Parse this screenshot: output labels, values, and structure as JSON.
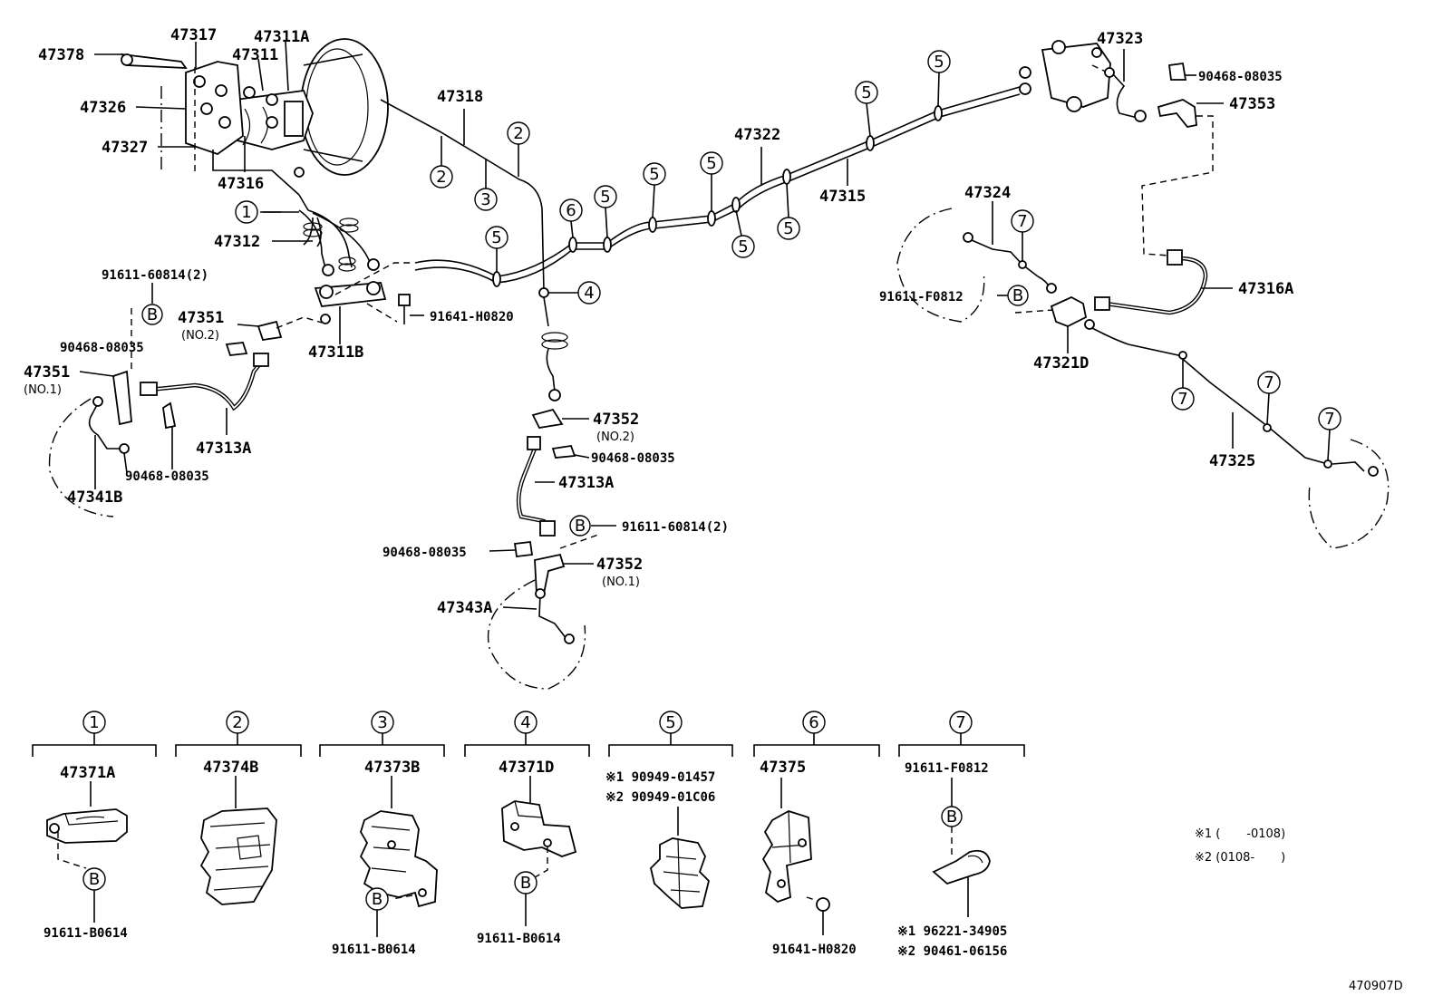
{
  "diagram_id": "470907D",
  "callouts": {
    "c1": "1",
    "c2": "2",
    "c3": "3",
    "c4": "4",
    "c5": "5",
    "c6": "6",
    "c7": "7",
    "b": "B"
  },
  "labels": {
    "p47378": "47378",
    "p47317": "47317",
    "p47311A": "47311A",
    "p47311": "47311",
    "p47326": "47326",
    "p47327": "47327",
    "p47316": "47316",
    "p47312": "47312",
    "p91611_60814_2_left": "91611-60814(2)",
    "p47351_no2": "47351",
    "no2_a": "(NO.2)",
    "p90468_a": "90468-08035",
    "p47351_no1": "47351",
    "no1_a": "(NO.1)",
    "p47311B": "47311B",
    "p91641_H0820": "91641-H0820",
    "p47313A_left": "47313A",
    "p90468_b": "90468-08035",
    "p47341B": "47341B",
    "p47318": "47318",
    "p47322": "47322",
    "p47315": "47315",
    "p47323": "47323",
    "p90468_c": "90468-08035",
    "p47353": "47353",
    "p47324": "47324",
    "p91611_F0812": "91611-F0812",
    "p47316A": "47316A",
    "p47321D": "47321D",
    "p47325": "47325",
    "p47352_no2": "47352",
    "no2_b": "(NO.2)",
    "p90468_d": "90468-08035",
    "p47313A_mid": "47313A",
    "p91611_60814_2_mid": "91611-60814(2)",
    "p90468_e": "90468-08035",
    "p47352_no1": "47352",
    "no1_b": "(NO.1)",
    "p47343A": "47343A"
  },
  "legend": [
    {
      "num": "1",
      "part": "47371A",
      "bolt": "91611-B0614"
    },
    {
      "num": "2",
      "part": "47374B"
    },
    {
      "num": "3",
      "part": "47373B",
      "bolt": "91611-B0614"
    },
    {
      "num": "4",
      "part": "47371D",
      "bolt": "91611-B0614"
    },
    {
      "num": "5",
      "line1": "※1 90949-01457",
      "line2": "※2 90949-01C06"
    },
    {
      "num": "6",
      "part": "47375",
      "bolt": "91641-H0820"
    },
    {
      "num": "7",
      "top": "91611-F0812",
      "line1": "※1 96221-34905",
      "line2": "※2 90461-06156"
    }
  ],
  "notes": {
    "n1": "※1 (       -0108)",
    "n2": "※2 (0108-       )"
  }
}
